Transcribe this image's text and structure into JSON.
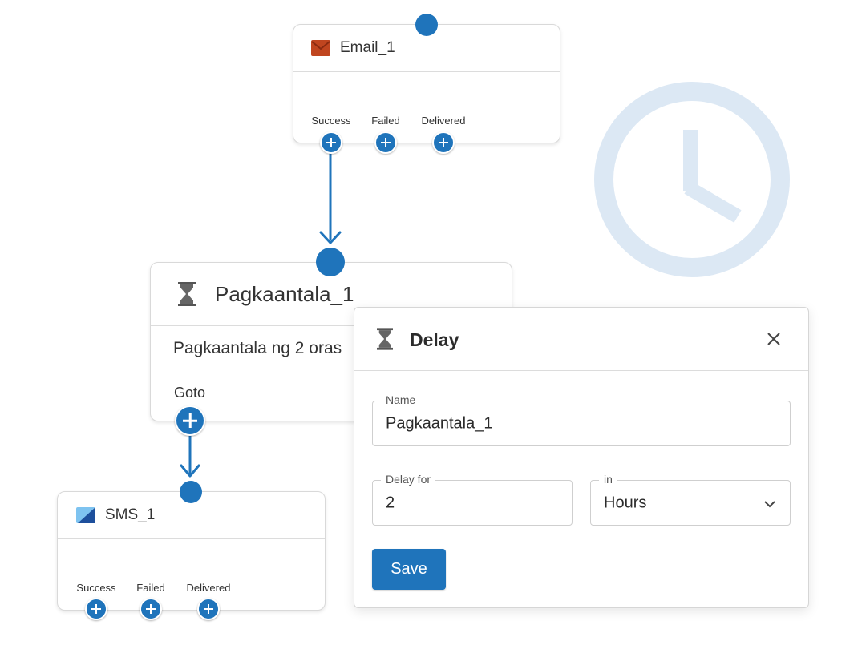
{
  "email_node": {
    "title": "Email_1",
    "outputs": [
      {
        "label": "Success"
      },
      {
        "label": "Failed"
      },
      {
        "label": "Delivered"
      }
    ]
  },
  "delay_node": {
    "title": "Pagkaantala_1",
    "description": "Pagkaantala ng 2 oras",
    "output_label": "Goto"
  },
  "sms_node": {
    "title": "SMS_1",
    "outputs": [
      {
        "label": "Success"
      },
      {
        "label": "Failed"
      },
      {
        "label": "Delivered"
      }
    ]
  },
  "dialog": {
    "title": "Delay",
    "name_label": "Name",
    "name_value": "Pagkaantala_1",
    "delay_for_label": "Delay for",
    "delay_for_value": "2",
    "unit_label": "in",
    "unit_value": "Hours",
    "save_label": "Save"
  },
  "colors": {
    "accent": "#1f74bb",
    "clock_decoration": "#dce8f4",
    "email_icon": "#c0451f",
    "sms_icon": "#2a6fb8"
  },
  "icons": {
    "email": "envelope-icon",
    "delay": "hourglass-icon",
    "sms": "sms-icon",
    "close": "close-icon",
    "dropdown": "chevron-down-icon",
    "decoration": "clock-icon"
  }
}
